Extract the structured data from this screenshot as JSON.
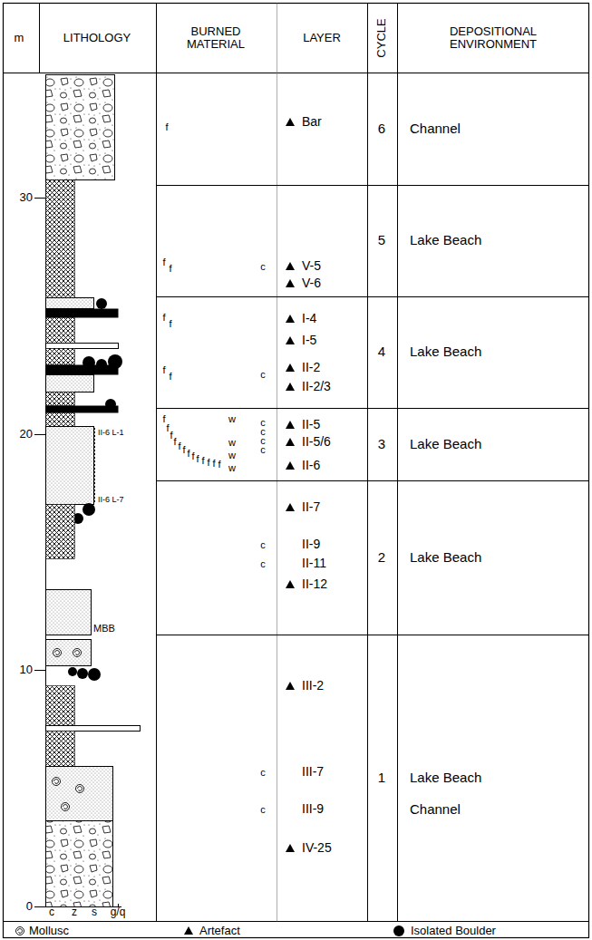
{
  "diagram": {
    "labels": [
      "m",
      "LITHOLOGY",
      "BURNED MATERIAL",
      "LAYER",
      "CYCLE",
      "DEPOSITIONAL ENVIRONMENT",
      "30",
      "20",
      "10",
      "0",
      "II-6 L-1",
      "II-6 L-7",
      "MBB",
      "c",
      "z",
      "s",
      "g/q",
      "f",
      "f",
      "f",
      "c",
      "f",
      "f",
      "f",
      "f",
      "c",
      "f",
      "f",
      "f",
      "f",
      "f",
      "f",
      "f",
      "f",
      "f",
      "f",
      "f",
      "f",
      "f",
      "w",
      "w",
      "w",
      "w",
      "c",
      "c",
      "c",
      "c",
      "c",
      "c",
      "c",
      "c",
      "Bar",
      "V-5",
      "V-6",
      "I-4",
      "I-5",
      "II-2",
      "II-2/3",
      "II-5",
      "II-5/6",
      "II-6",
      "II-7",
      "II-9",
      "II-11",
      "II-12",
      "III-2",
      "III-7",
      "III-9",
      "IV-25",
      "6",
      "5",
      "4",
      "3",
      "2",
      "1",
      "Channel",
      "Lake Beach",
      "Lake Beach",
      "Lake Beach",
      "Lake Beach",
      "Lake Beach",
      "Channel"
    ],
    "legend": [
      {
        "text": "Mollusc"
      },
      {
        "text": "Artefact"
      },
      {
        "text": "Isolated Boulder"
      }
    ]
  }
}
